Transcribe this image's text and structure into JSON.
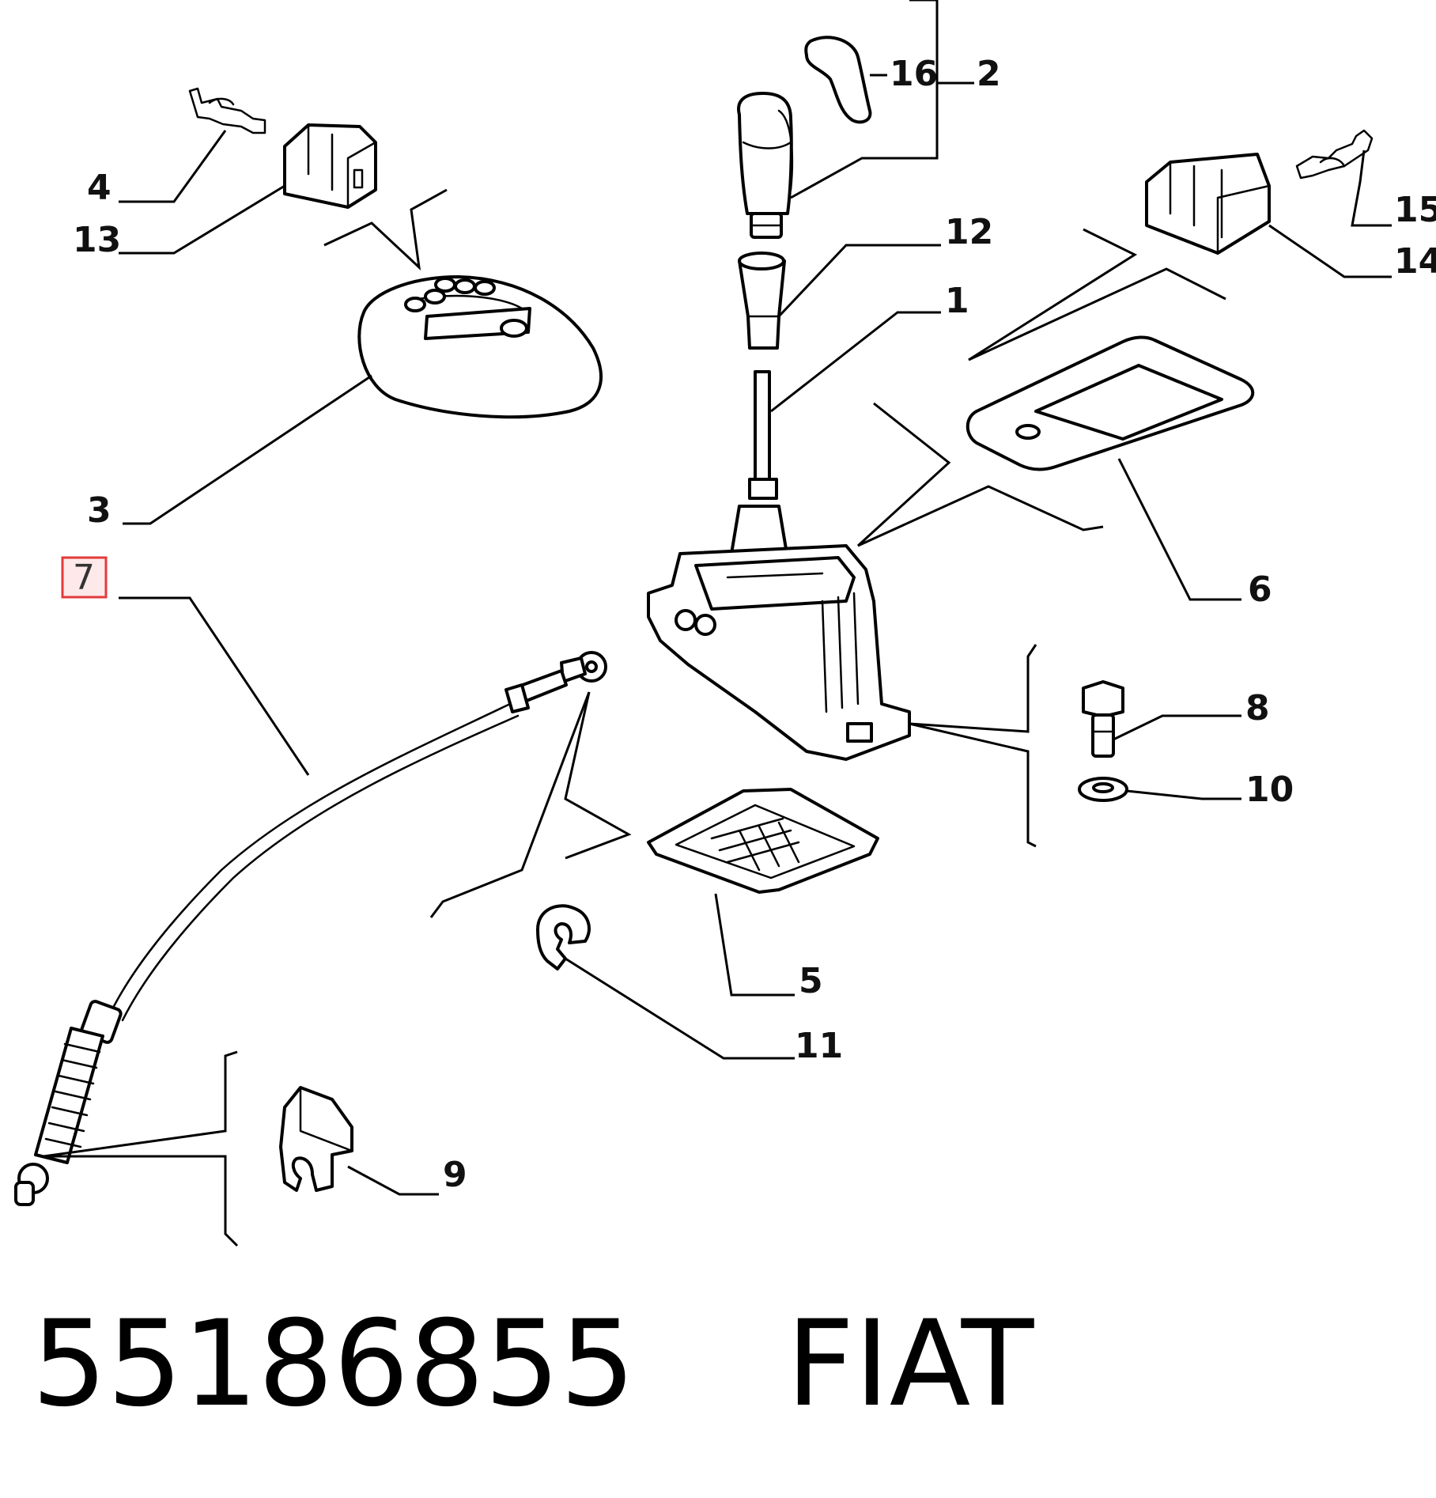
{
  "callouts": {
    "c1": "1",
    "c2": "2",
    "c3": "3",
    "c4": "4",
    "c5": "5",
    "c6": "6",
    "c7": "7",
    "c8": "8",
    "c9": "9",
    "c10": "10",
    "c11": "11",
    "c12": "12",
    "c13": "13",
    "c14": "14",
    "c15": "15",
    "c16": "16"
  },
  "highlight_callout": "7",
  "highlight_color": "#e23b3b",
  "footer": {
    "part_number": "55186855",
    "brand": "FIAT"
  }
}
